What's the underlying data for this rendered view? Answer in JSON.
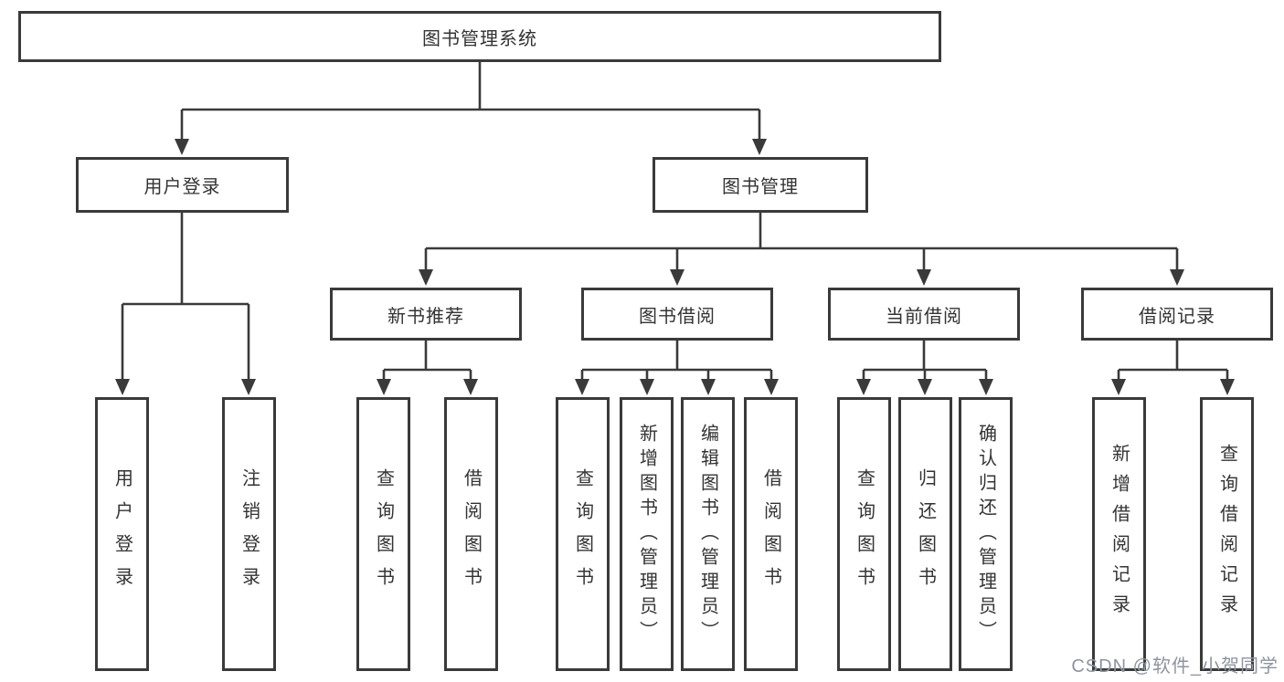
{
  "diagram": {
    "root": "图书管理系统",
    "l2": [
      "用户登录",
      "图书管理"
    ],
    "l3": [
      "新书推荐",
      "图书借阅",
      "当前借阅",
      "借阅记录"
    ],
    "leaf_user": [
      "用户登录",
      "注销登录"
    ],
    "leaf_newbook": [
      "查询图书",
      "借阅图书"
    ],
    "leaf_borrow": [
      "查询图书",
      "新增图书（管理员）",
      "编辑图书（管理员）",
      "借阅图书"
    ],
    "leaf_current": [
      "查询图书",
      "归还图书",
      "确认归还（管理员）"
    ],
    "leaf_records": [
      "新增借阅记录",
      "查询借阅记录"
    ],
    "colors": {
      "line": "#3a3a3a",
      "text": "#333333",
      "box_background": "#ffffff",
      "watermark": "#8d94a0"
    }
  },
  "watermark": "CSDN @软件_小贺同学"
}
